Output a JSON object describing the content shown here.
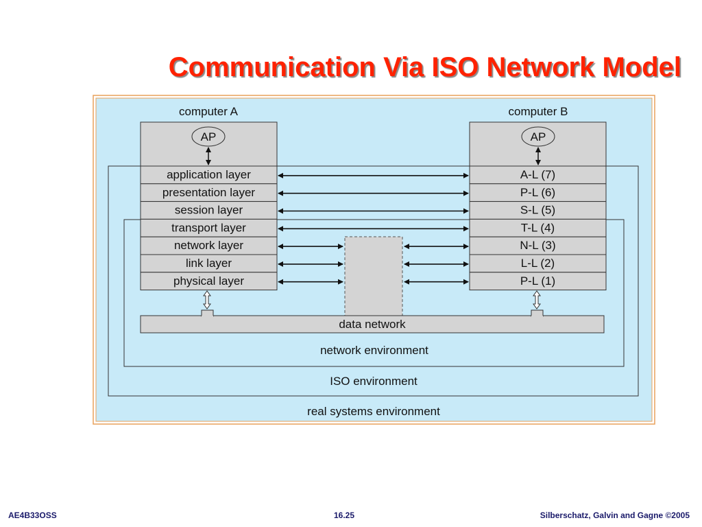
{
  "title": "Communication Via ISO Network Model",
  "computer_a": {
    "label": "computer A",
    "ap": "AP",
    "layers": [
      "application layer",
      "presentation layer",
      "session layer",
      "transport layer",
      "network layer",
      "link layer",
      "physical layer"
    ]
  },
  "computer_b": {
    "label": "computer B",
    "ap": "AP",
    "layers": [
      "A-L (7)",
      "P-L (6)",
      "S-L (5)",
      "T-L (4)",
      "N-L (3)",
      "L-L (2)",
      "P-L (1)"
    ]
  },
  "data_network": "data network",
  "environments": {
    "network": "network environment",
    "iso": "ISO environment",
    "real": "real systems environment"
  },
  "colors": {
    "title": "#ff2200",
    "diagram_background": "#c8eaf8",
    "frame": "#e8a05a",
    "box_fill": "#d4d4d4",
    "footer_text": "#1a1a6a"
  },
  "footer": {
    "left": "AE4B33OSS",
    "center": "16.25",
    "right": "Silberschatz, Galvin and Gagne ©2005"
  }
}
